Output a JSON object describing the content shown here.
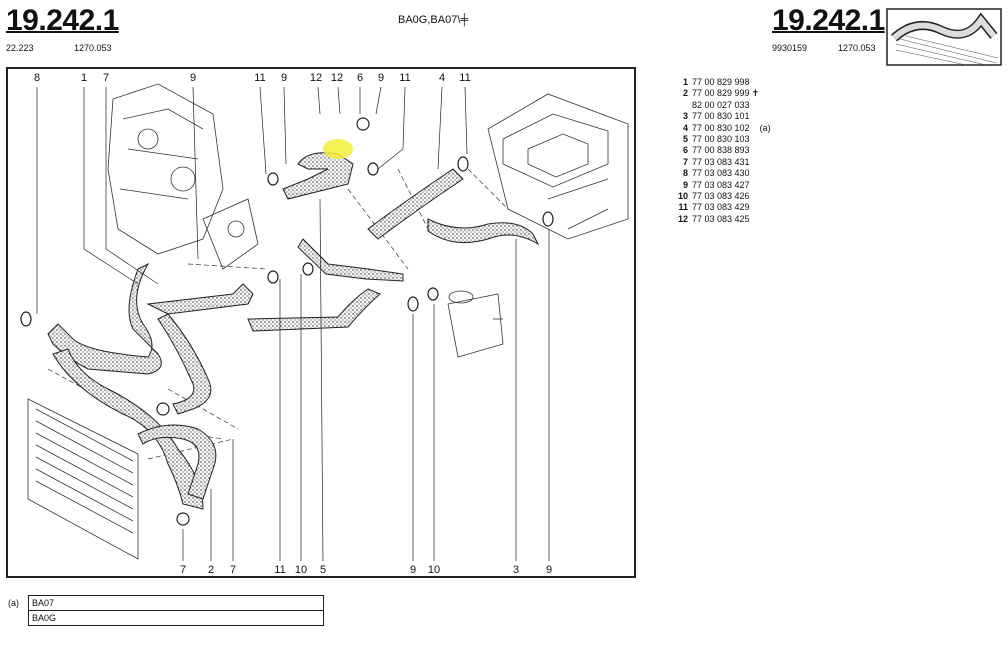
{
  "header": {
    "ref_left": "19.242.1",
    "code_left_a": "22.223",
    "code_left_b": "1270.053",
    "variants": "BA0G,BA07\\",
    "variant_symbol": "╪",
    "ref_right": "19.242.1",
    "code_right_a": "9930159",
    "code_right_b": "1270.053"
  },
  "callouts_top": [
    "8",
    "1",
    "7",
    "9",
    "11",
    "9",
    "12",
    "12",
    "6",
    "9",
    "11",
    "4",
    "11"
  ],
  "callouts_bottom": [
    "7",
    "2",
    "7",
    "11",
    "10",
    "5",
    "9",
    "10",
    "3",
    "9"
  ],
  "parts": [
    {
      "num": "1",
      "ref": "77 00 829 998",
      "note": ""
    },
    {
      "num": "2",
      "ref": "77 00 829 999",
      "note": "✝"
    },
    {
      "num": "",
      "ref": "82 00 027 033",
      "note": ""
    },
    {
      "num": "3",
      "ref": "77 00 830 101",
      "note": ""
    },
    {
      "num": "4",
      "ref": "77 00 830 102",
      "note": "(a)"
    },
    {
      "num": "5",
      "ref": "77 00 830 103",
      "note": ""
    },
    {
      "num": "6",
      "ref": "77 00 838 893",
      "note": ""
    },
    {
      "num": "7",
      "ref": "77 03 083 431",
      "note": ""
    },
    {
      "num": "8",
      "ref": "77 03 083 430",
      "note": ""
    },
    {
      "num": "9",
      "ref": "77 03 083 427",
      "note": ""
    },
    {
      "num": "10",
      "ref": "77 03 083 426",
      "note": ""
    },
    {
      "num": "11",
      "ref": "77 03 083 429",
      "note": ""
    },
    {
      "num": "12",
      "ref": "77 03 083 425",
      "note": ""
    }
  ],
  "legend": {
    "mark": "(a)",
    "rows": [
      "BA07",
      "BA0G"
    ]
  },
  "colors": {
    "line": "#222222",
    "hose_fill": "#e8e8e8",
    "highlight": "#f2f03a"
  }
}
